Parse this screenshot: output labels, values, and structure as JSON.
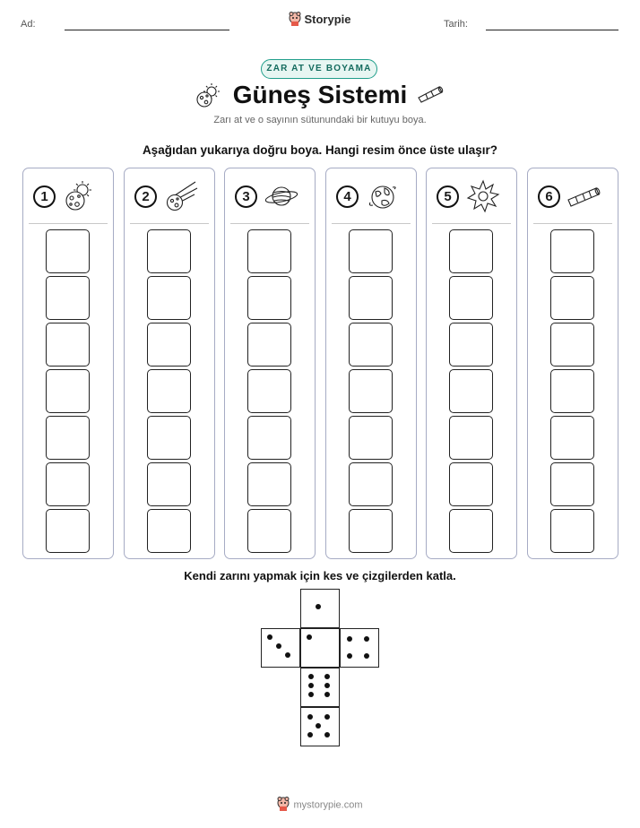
{
  "header": {
    "name_label": "Ad:",
    "date_label": "Tarih:",
    "brand": "Storypie"
  },
  "badge": "ZAR AT VE BOYAMA",
  "title": "Güneş Sistemi",
  "subtitle": "Zarı at ve o sayının sütunundaki bir kutuyu boya.",
  "instruction": "Aşağıdan yukarıya doğru boya. Hangi resim önce üste ulaşır?",
  "columns": [
    {
      "number": "1",
      "icon": "sun-moon-icon",
      "boxes": 7
    },
    {
      "number": "2",
      "icon": "comet-icon",
      "boxes": 7
    },
    {
      "number": "3",
      "icon": "saturn-icon",
      "boxes": 7
    },
    {
      "number": "4",
      "icon": "earth-icon",
      "boxes": 7
    },
    {
      "number": "5",
      "icon": "star-burst-icon",
      "boxes": 7
    },
    {
      "number": "6",
      "icon": "telescope-icon",
      "boxes": 7
    }
  ],
  "dice_title": "Kendi zarını yapmak için kes ve çizgilerden katla.",
  "dice_faces": [
    {
      "position": "top",
      "value": 1
    },
    {
      "position": "left",
      "value": 3
    },
    {
      "position": "center",
      "value": 1
    },
    {
      "position": "right",
      "value": 4
    },
    {
      "position": "below-1",
      "value": 6
    },
    {
      "position": "below-2",
      "value": 5
    }
  ],
  "footer": "mystorypie.com"
}
